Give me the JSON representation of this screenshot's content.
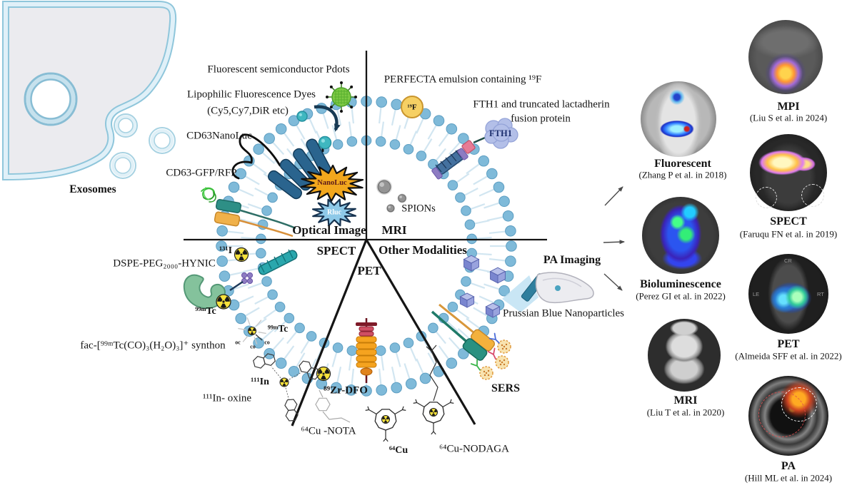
{
  "figure": {
    "left_cell": {
      "exosomes": "Exosomes"
    },
    "optical": {
      "pdots": "Fluorescent semiconductor Pdots",
      "dyes_line1": "Lipophilic Fluorescence Dyes",
      "dyes_line2": "(Cy5,Cy7,DiR etc)",
      "cd63_nanoluc": "CD63NanoLuc",
      "cd63_gfp_rfp": "CD63-GFP/RFP",
      "nanoluc_burst": "NanoLuc",
      "rluc_burst": "Rluc"
    },
    "mri": {
      "perfecta": "PERFECTA emulsion containing ¹⁹F",
      "f19_badge": "¹⁹F",
      "fth1_line1": "FTH1 and truncated lactadherin",
      "fth1_line2": "fusion protein",
      "fth1_tag": "FTH1",
      "spions": "SPIONs"
    },
    "sections": {
      "optical": "Optical Image",
      "mri": "MRI",
      "spect": "SPECT",
      "pet": "PET",
      "other": "Other Modalities"
    },
    "spect": {
      "i131": "¹³¹I",
      "dspe_hynic": "DSPE-PEG₂₀₀₀-HYNIC",
      "tc99m_blob": "⁹⁹ᵐTc",
      "synthon": "fac-[⁹⁹ᵐTc(CO)₃(H₂O)₃]⁺ synthon",
      "tc99m_star": "⁹⁹ᵐTc",
      "oc": "oc",
      "co1": "co",
      "co2": "co",
      "in111": "¹¹¹In",
      "in111_oxine": "¹¹¹In- oxine"
    },
    "pet": {
      "zr89_dfo": "⁸⁹Zr-DFO",
      "cu64_nota": "⁶⁴Cu -NOTA",
      "cu64": "⁶⁴Cu",
      "cu64_nodaga": "⁶⁴Cu-NODAGA"
    },
    "other": {
      "pa_imaging": "PA Imaging",
      "prussian": "Prussian Blue Nanoparticles",
      "sers": "SERS"
    }
  },
  "panels": [
    {
      "id": "mpi",
      "title": "MPI",
      "cite": "(Liu S et al. in 2024)"
    },
    {
      "id": "fluorescent",
      "title": "Fluorescent",
      "cite": "(Zhang P et al. in 2018)"
    },
    {
      "id": "spect",
      "title": "SPECT",
      "cite": "(Faruqu FN et al. in 2019)"
    },
    {
      "id": "bioluminescence",
      "title": "Bioluminescence",
      "cite": "(Perez GI et al. in 2022)"
    },
    {
      "id": "pet",
      "title": "PET",
      "cite": "(Almeida SFF et al. in 2022)"
    },
    {
      "id": "mri",
      "title": "MRI",
      "cite": "(Liu T et al. in 2020)"
    },
    {
      "id": "pa",
      "title": "PA",
      "cite": "(Hill ML et al. in 2024)"
    }
  ],
  "pet_overlay": {
    "cr": "CR",
    "le": "LE",
    "rt": "RT"
  },
  "colors": {
    "membrane_head": "#7fbad9",
    "nanoluc_fill": "#f2a71d",
    "rluc_fill": "#8ec9e8",
    "radiation_yellow": "#f6e23c",
    "prussian_cube": "#99a3de",
    "teal_rod": "#2aa7ad",
    "orange_channel": "#f5a31f",
    "green_blob": "#84c29c"
  }
}
